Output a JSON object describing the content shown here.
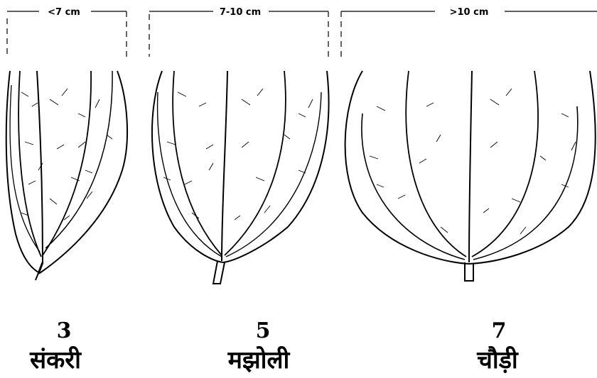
{
  "categories": [
    {
      "range": "<7 cm",
      "score": "3",
      "name": "संकरी"
    },
    {
      "range": "7-10 cm",
      "score": "5",
      "name": "मझोली"
    },
    {
      "range": ">10 cm",
      "score": "7",
      "name": "चौड़ी"
    }
  ]
}
